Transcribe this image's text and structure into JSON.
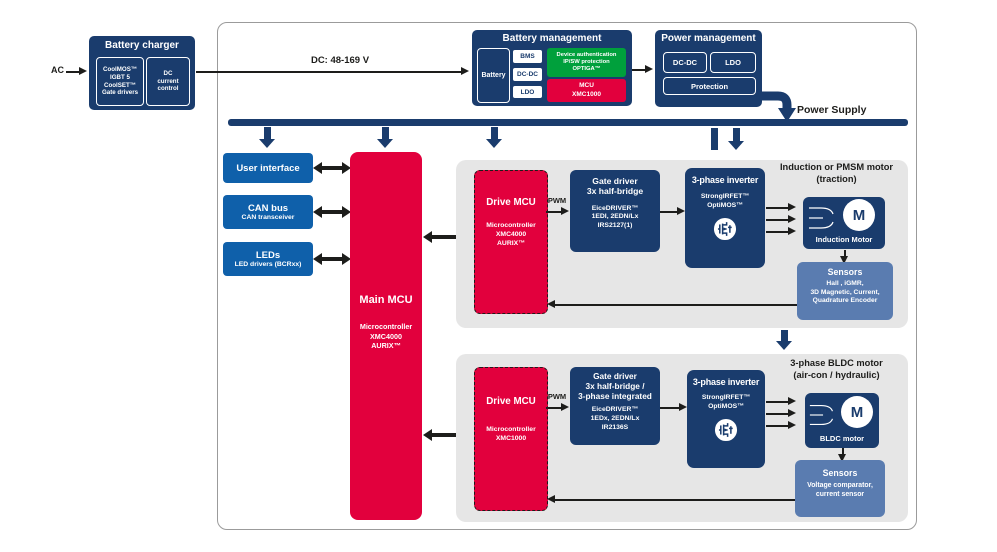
{
  "labels": {
    "ac": "AC",
    "dc_link": "DC: 48-169 V",
    "power_supply": "Power Supply",
    "pwm": "PWM"
  },
  "charger": {
    "title": "Battery charger",
    "switches": "CoolMOS™\nIGBT 5\nCoolSET™\nGate drivers",
    "dc_control": "DC\ncurrent\ncontrol"
  },
  "battery_management": {
    "title": "Battery management",
    "battery": "Battery",
    "bms": "BMS",
    "dcdc": "DC-DC",
    "ldo": "LDO",
    "security": "Device authentication\nIP/SW protection\nOPTIGA™",
    "mcu": "MCU\nXMC1000"
  },
  "power_management": {
    "title": "Power management",
    "dcdc": "DC-DC",
    "ldo": "LDO",
    "protection": "Protection"
  },
  "peripherals": {
    "user_interface": {
      "title": "User interface"
    },
    "can": {
      "title": "CAN bus",
      "subtitle": "CAN transceiver"
    },
    "leds": {
      "title": "LEDs",
      "subtitle": "LED drivers (BCRxx)"
    }
  },
  "main_mcu": {
    "title": "Main MCU",
    "subtitle": "Microcontroller\nXMC4000\nAURIX™"
  },
  "traction": {
    "header": "Induction or PMSM motor\n(traction)",
    "drive_mcu": {
      "title": "Drive MCU",
      "subtitle": "Microcontroller\nXMC4000\nAURIX™"
    },
    "gate_driver": {
      "title": "Gate driver\n3x half-bridge",
      "parts": "EiceDRIVER™\n1EDI, 2EDN/Lx\nIRS2127(1)"
    },
    "inverter": {
      "title": "3-phase inverter",
      "parts": "StrongIRFET™\nOptiMOS™"
    },
    "motor": {
      "m": "M",
      "label": "Induction Motor"
    },
    "sensors": {
      "title": "Sensors",
      "items": "Hall , iGMR,\n3D Magnetic, Current,\nQuadrature Encoder"
    }
  },
  "bldc": {
    "header": "3-phase BLDC motor\n(air-con / hydraulic)",
    "drive_mcu": {
      "title": "Drive MCU",
      "subtitle": "Microcontroller\nXMC1000"
    },
    "gate_driver": {
      "title": "Gate driver\n3x half-bridge /\n3-phase integrated",
      "parts": "EiceDRIVER™\n1EDx, 2EDN/Lx\nIR2136S"
    },
    "inverter": {
      "title": "3-phase inverter",
      "parts": "StrongIRFET™\nOptiMOS™"
    },
    "motor": {
      "m": "M",
      "label": "BLDC motor"
    },
    "sensors": {
      "title": "Sensors",
      "items": "Voltage comparator,\ncurrent sensor"
    }
  },
  "colors": {
    "navy": "#1a3c6d",
    "blue": "#0f60aa",
    "red": "#e2003d",
    "green": "#00a03c",
    "steel": "#5a7cb0",
    "panel_gray": "#e6e6e6"
  }
}
